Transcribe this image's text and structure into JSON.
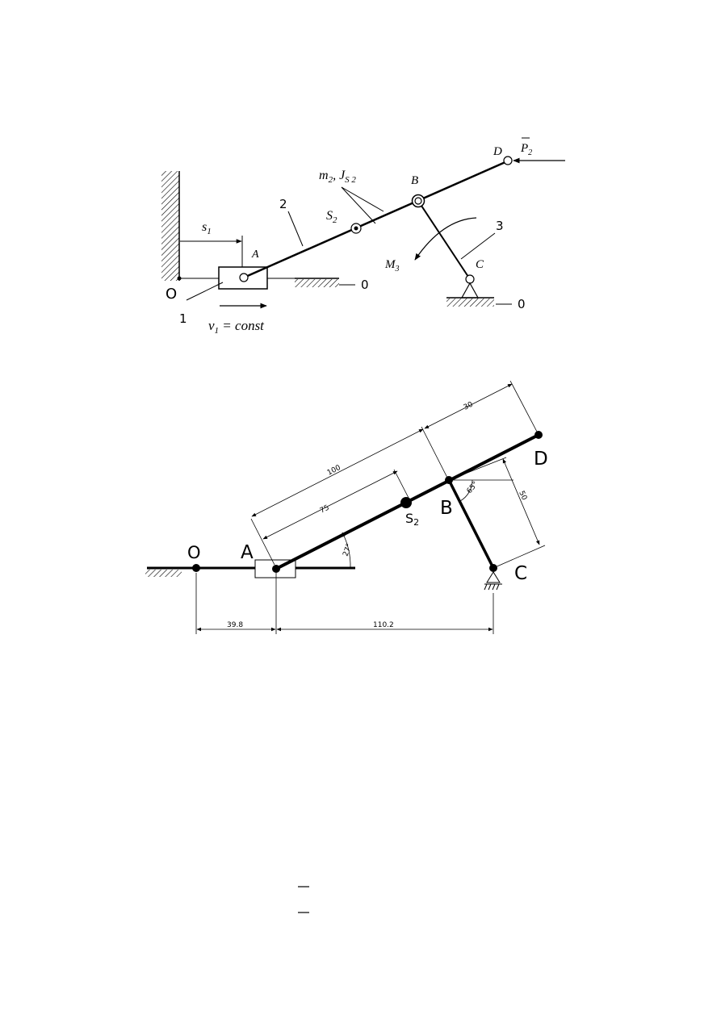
{
  "figure1": {
    "labels": {
      "s1": "s",
      "s1_sub": "1",
      "O": "O",
      "A": "A",
      "link1": "1",
      "link2": "2",
      "link3": "3",
      "ground_top": "0",
      "ground_bottom": "0",
      "m2": "m",
      "m2_sub": "2",
      "Js2": ", J",
      "Js2_sub": "S 2",
      "S2": "S",
      "S2_sub": "2",
      "B": "B",
      "C": "C",
      "D": "D",
      "P2": "P",
      "P2_sub": "2",
      "M3": "M",
      "M3_sub": "3",
      "v1": "v",
      "v1_sub": "1",
      "v1_eq": " = const"
    }
  },
  "figure2": {
    "labels": {
      "O": "O",
      "A": "A",
      "B": "B",
      "C": "C",
      "D": "D",
      "S2": "S",
      "S2_sub": "2"
    },
    "dimensions": {
      "AB": "100",
      "AS2": "75",
      "BD": "30",
      "BC": "50",
      "angle_A": "27°",
      "angle_B": "65°",
      "OA": "39.8",
      "AC": "110.2"
    }
  }
}
